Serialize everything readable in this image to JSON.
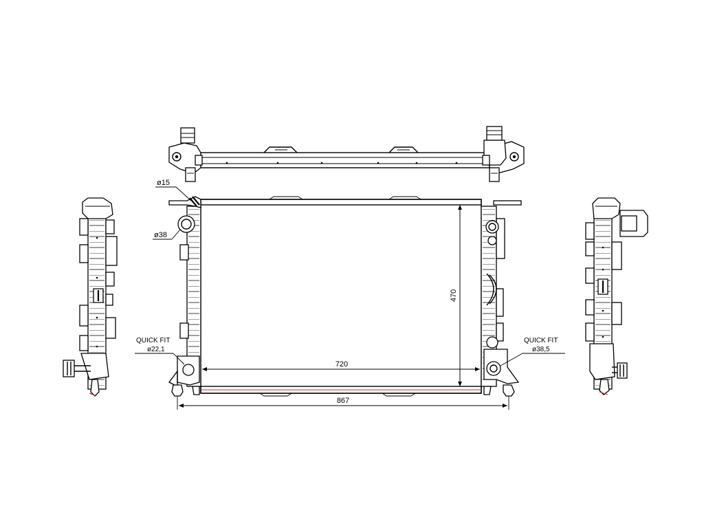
{
  "callouts": {
    "inlet_diameter": "ø15",
    "outlet_diameter": "ø38",
    "quick_fit_left_title": "QUICK FIT",
    "quick_fit_left_diameter": "ø22,1",
    "quick_fit_right_title": "QUICK FIT",
    "quick_fit_right_diameter": "ø38,5"
  },
  "dimensions": {
    "core_width": "720",
    "overall_width": "867",
    "core_height": "470"
  }
}
